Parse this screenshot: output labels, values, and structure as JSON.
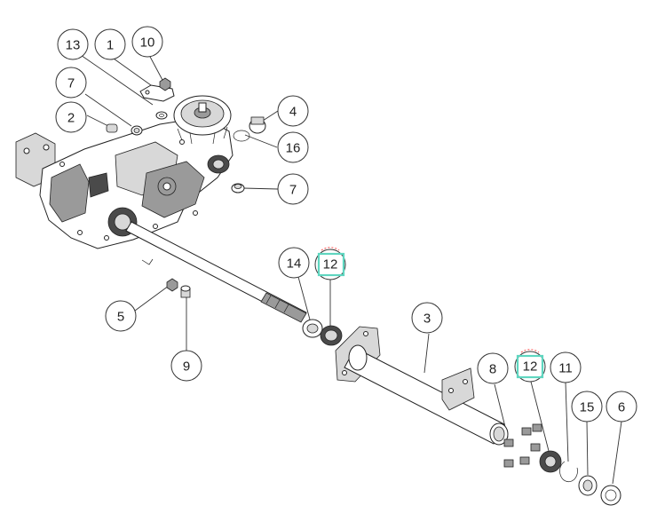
{
  "highlight_color": "#5fd6c0",
  "callouts": [
    {
      "id": "c13",
      "label": "13",
      "icon": "part-callout"
    },
    {
      "id": "c1",
      "label": "1",
      "icon": "part-callout"
    },
    {
      "id": "c10",
      "label": "10",
      "icon": "part-callout"
    },
    {
      "id": "c7a",
      "label": "7",
      "icon": "part-callout"
    },
    {
      "id": "c2",
      "label": "2",
      "icon": "part-callout"
    },
    {
      "id": "c4",
      "label": "4",
      "icon": "part-callout"
    },
    {
      "id": "c16",
      "label": "16",
      "icon": "part-callout"
    },
    {
      "id": "c7b",
      "label": "7",
      "icon": "part-callout"
    },
    {
      "id": "c14",
      "label": "14",
      "icon": "part-callout"
    },
    {
      "id": "c12a",
      "label": "12",
      "icon": "part-callout",
      "highlighted": true
    },
    {
      "id": "c5",
      "label": "5",
      "icon": "part-callout"
    },
    {
      "id": "c9",
      "label": "9",
      "icon": "part-callout"
    },
    {
      "id": "c3",
      "label": "3",
      "icon": "part-callout"
    },
    {
      "id": "c8",
      "label": "8",
      "icon": "part-callout"
    },
    {
      "id": "c12b",
      "label": "12",
      "icon": "part-callout",
      "highlighted": true
    },
    {
      "id": "c11",
      "label": "11",
      "icon": "part-callout"
    },
    {
      "id": "c15",
      "label": "15",
      "icon": "part-callout"
    },
    {
      "id": "c6",
      "label": "6",
      "icon": "part-callout"
    }
  ]
}
